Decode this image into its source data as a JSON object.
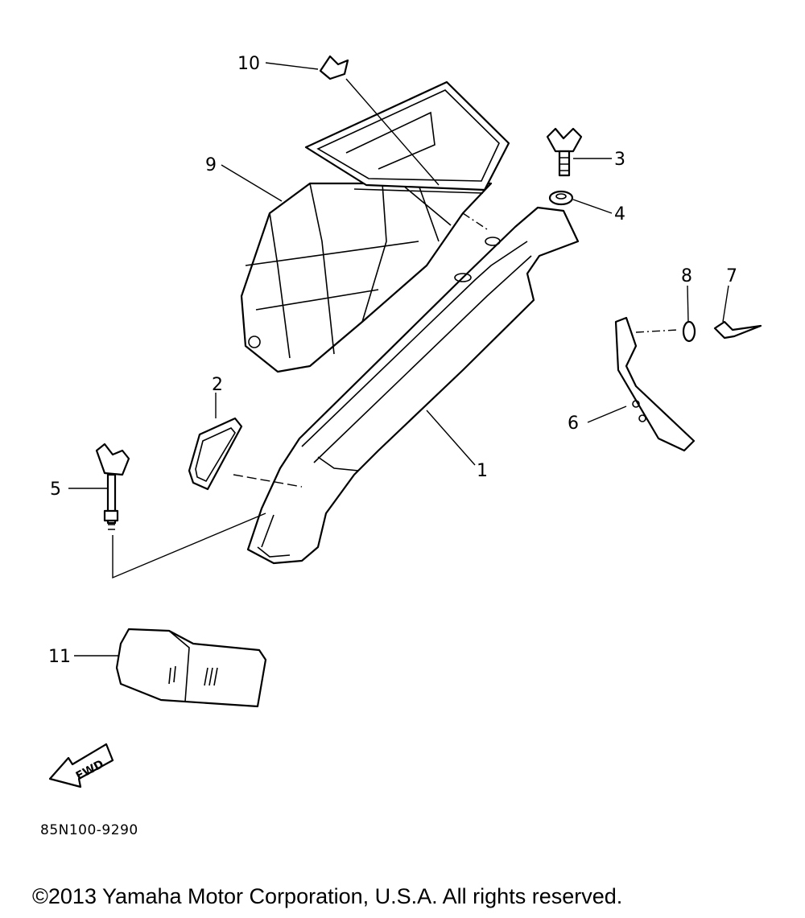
{
  "callouts": [
    "1",
    "2",
    "3",
    "4",
    "5",
    "6",
    "7",
    "8",
    "9",
    "10",
    "11"
  ],
  "arrow_text": "FWD",
  "diagram_code": "85N100-9290",
  "copyright": "©2013 Yamaha Motor Corporation, U.S.A. All rights reserved."
}
